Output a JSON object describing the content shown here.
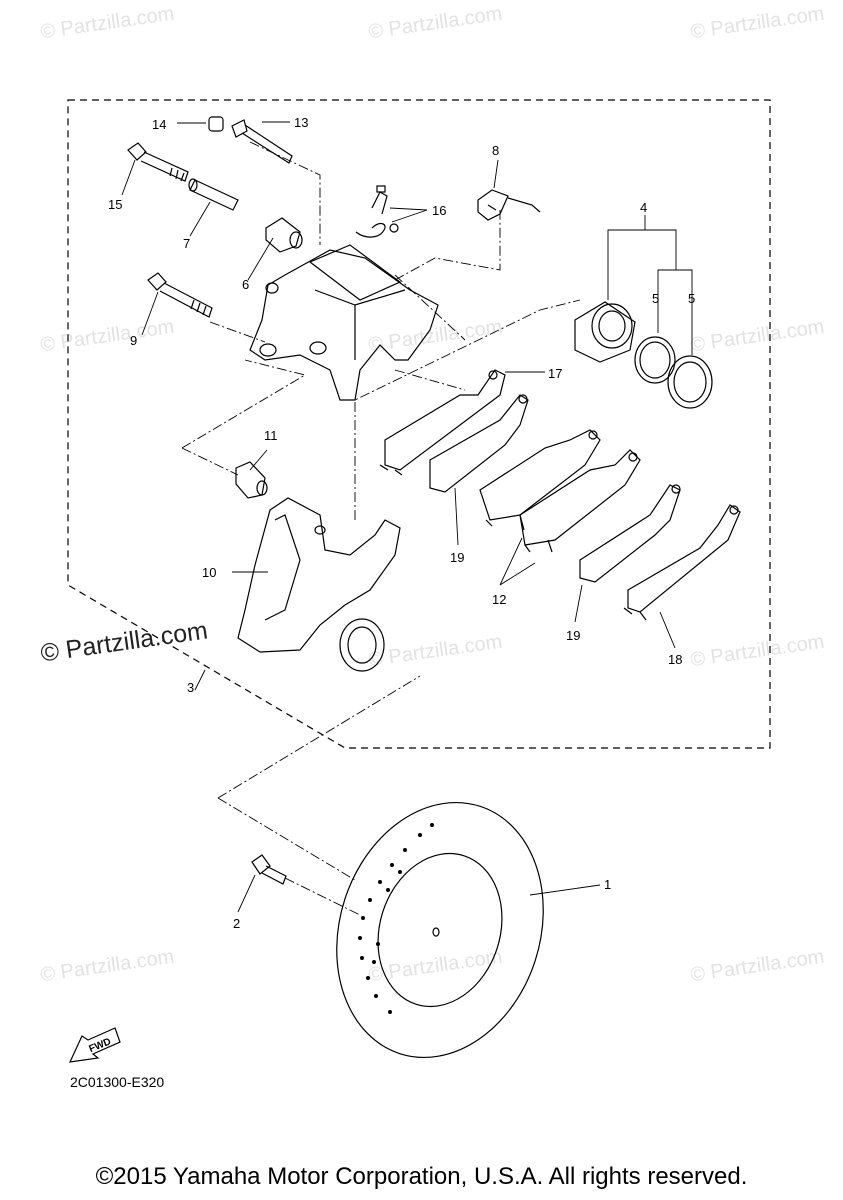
{
  "watermark": "© Partzilla.com",
  "watermark_main": "© Partzilla.com",
  "diagram_code": "2C01300-E320",
  "fwd_label": "FWD",
  "copyright": "©2015 Yamaha Motor Corporation, U.S.A. All rights reserved.",
  "callouts": [
    "1",
    "2",
    "3",
    "4",
    "5",
    "5",
    "6",
    "7",
    "8",
    "9",
    "10",
    "11",
    "12",
    "13",
    "14",
    "15",
    "16",
    "17",
    "18",
    "19",
    "19"
  ]
}
